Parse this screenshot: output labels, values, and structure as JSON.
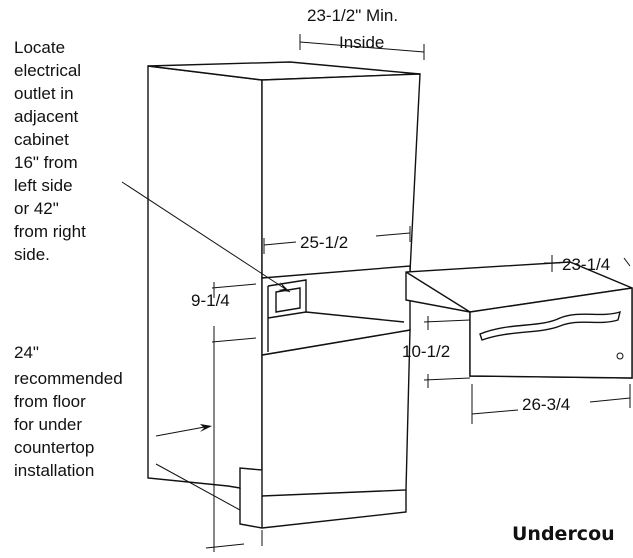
{
  "dimensions": {
    "inside_width": "23-1/2\" Min.",
    "inside_width_sub": "Inside",
    "opening_width": "25-1/2",
    "opening_height": "9-1/4",
    "drawer_depth": "23-1/4",
    "drawer_height": "10-1/2",
    "drawer_width": "26-3/4"
  },
  "notes": {
    "outlet": [
      "Locate",
      "electrical",
      "outlet in",
      "adjacent",
      "cabinet",
      "16\" from",
      "left side",
      "or 42\"",
      "from right",
      "side."
    ],
    "floor": [
      "24\"",
      "recommended",
      "from floor",
      "for under",
      "countertop",
      "installation"
    ]
  },
  "caption": "Undercou"
}
